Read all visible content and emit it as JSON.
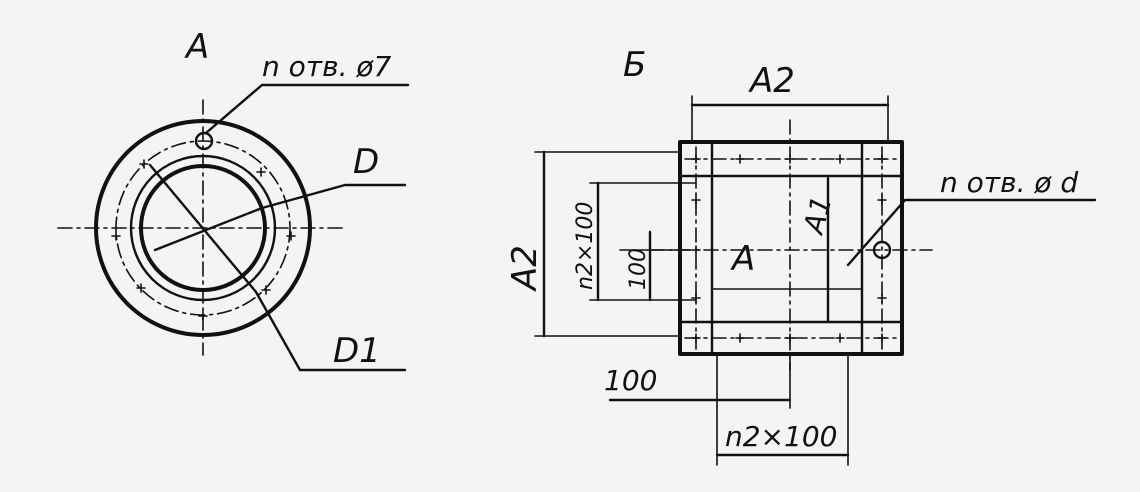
{
  "view_a": {
    "title": "A",
    "hole_note": "n отв. ø7",
    "dim_D": "D",
    "dim_D1": "D1"
  },
  "view_b": {
    "title": "Б",
    "dim_top": "A2",
    "dim_left": "A2",
    "dim_n2_vertical": "n2×100",
    "dim_100_vertical": "100",
    "dim_A1": "A1",
    "center_A": "A",
    "hole_note": "n отв. ø d",
    "dim_100_bottom": "100",
    "dim_n2_bottom": "n2×100"
  }
}
